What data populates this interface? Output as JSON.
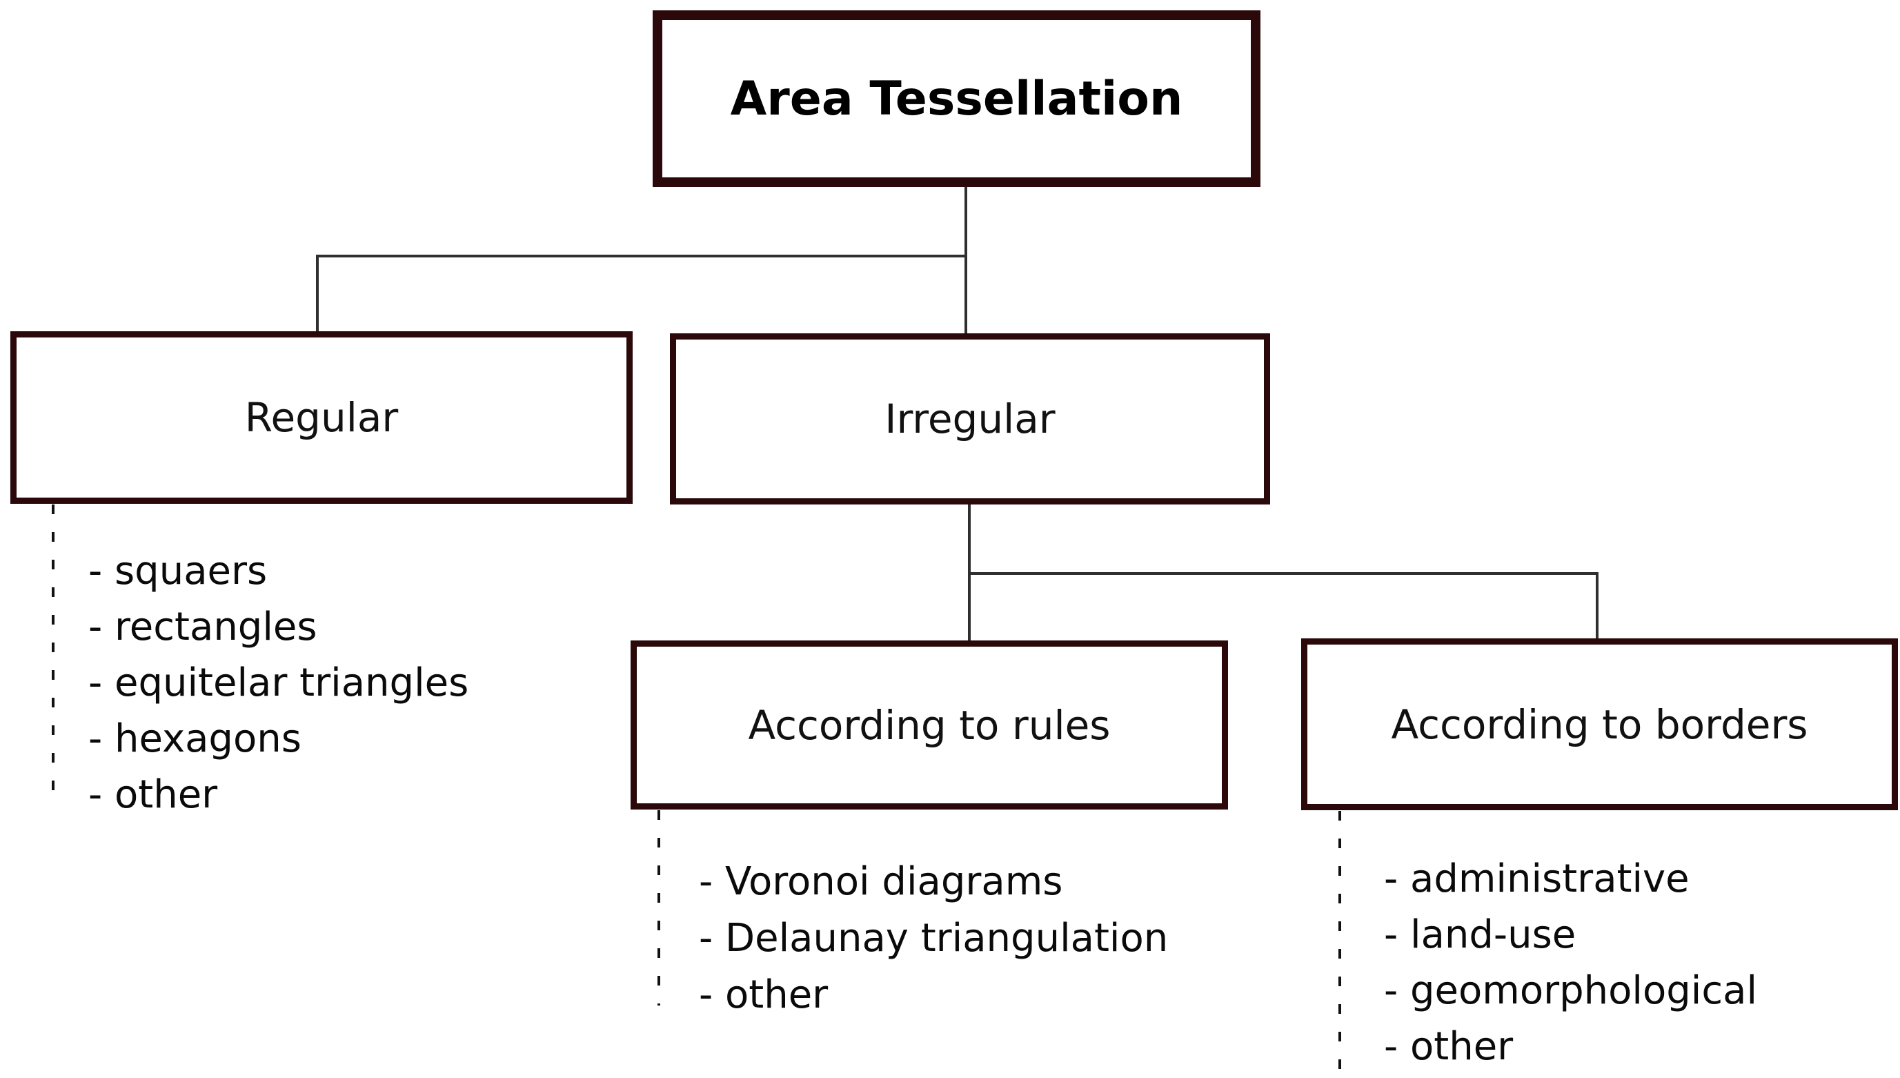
{
  "diagram": {
    "root": {
      "label": "Area Tessellation"
    },
    "regular": {
      "label": "Regular",
      "items": [
        "- squaers",
        "- rectangles",
        "- equitelar triangles",
        "- hexagons",
        "- other"
      ]
    },
    "irregular": {
      "label": "Irregular"
    },
    "rules": {
      "label": "According to rules",
      "items": [
        "- Voronoi diagrams",
        "- Delaunay triangulation",
        "- other"
      ]
    },
    "borders": {
      "label": "According to borders",
      "items": [
        "- administrative",
        "- land-use",
        "- geomorphological",
        "- other"
      ]
    }
  },
  "colors": {
    "box_border": "#2b0809",
    "connector_line": "#2f2f2f",
    "dashed_line": "#111111",
    "text": "#000000",
    "background": "#ffffff"
  }
}
